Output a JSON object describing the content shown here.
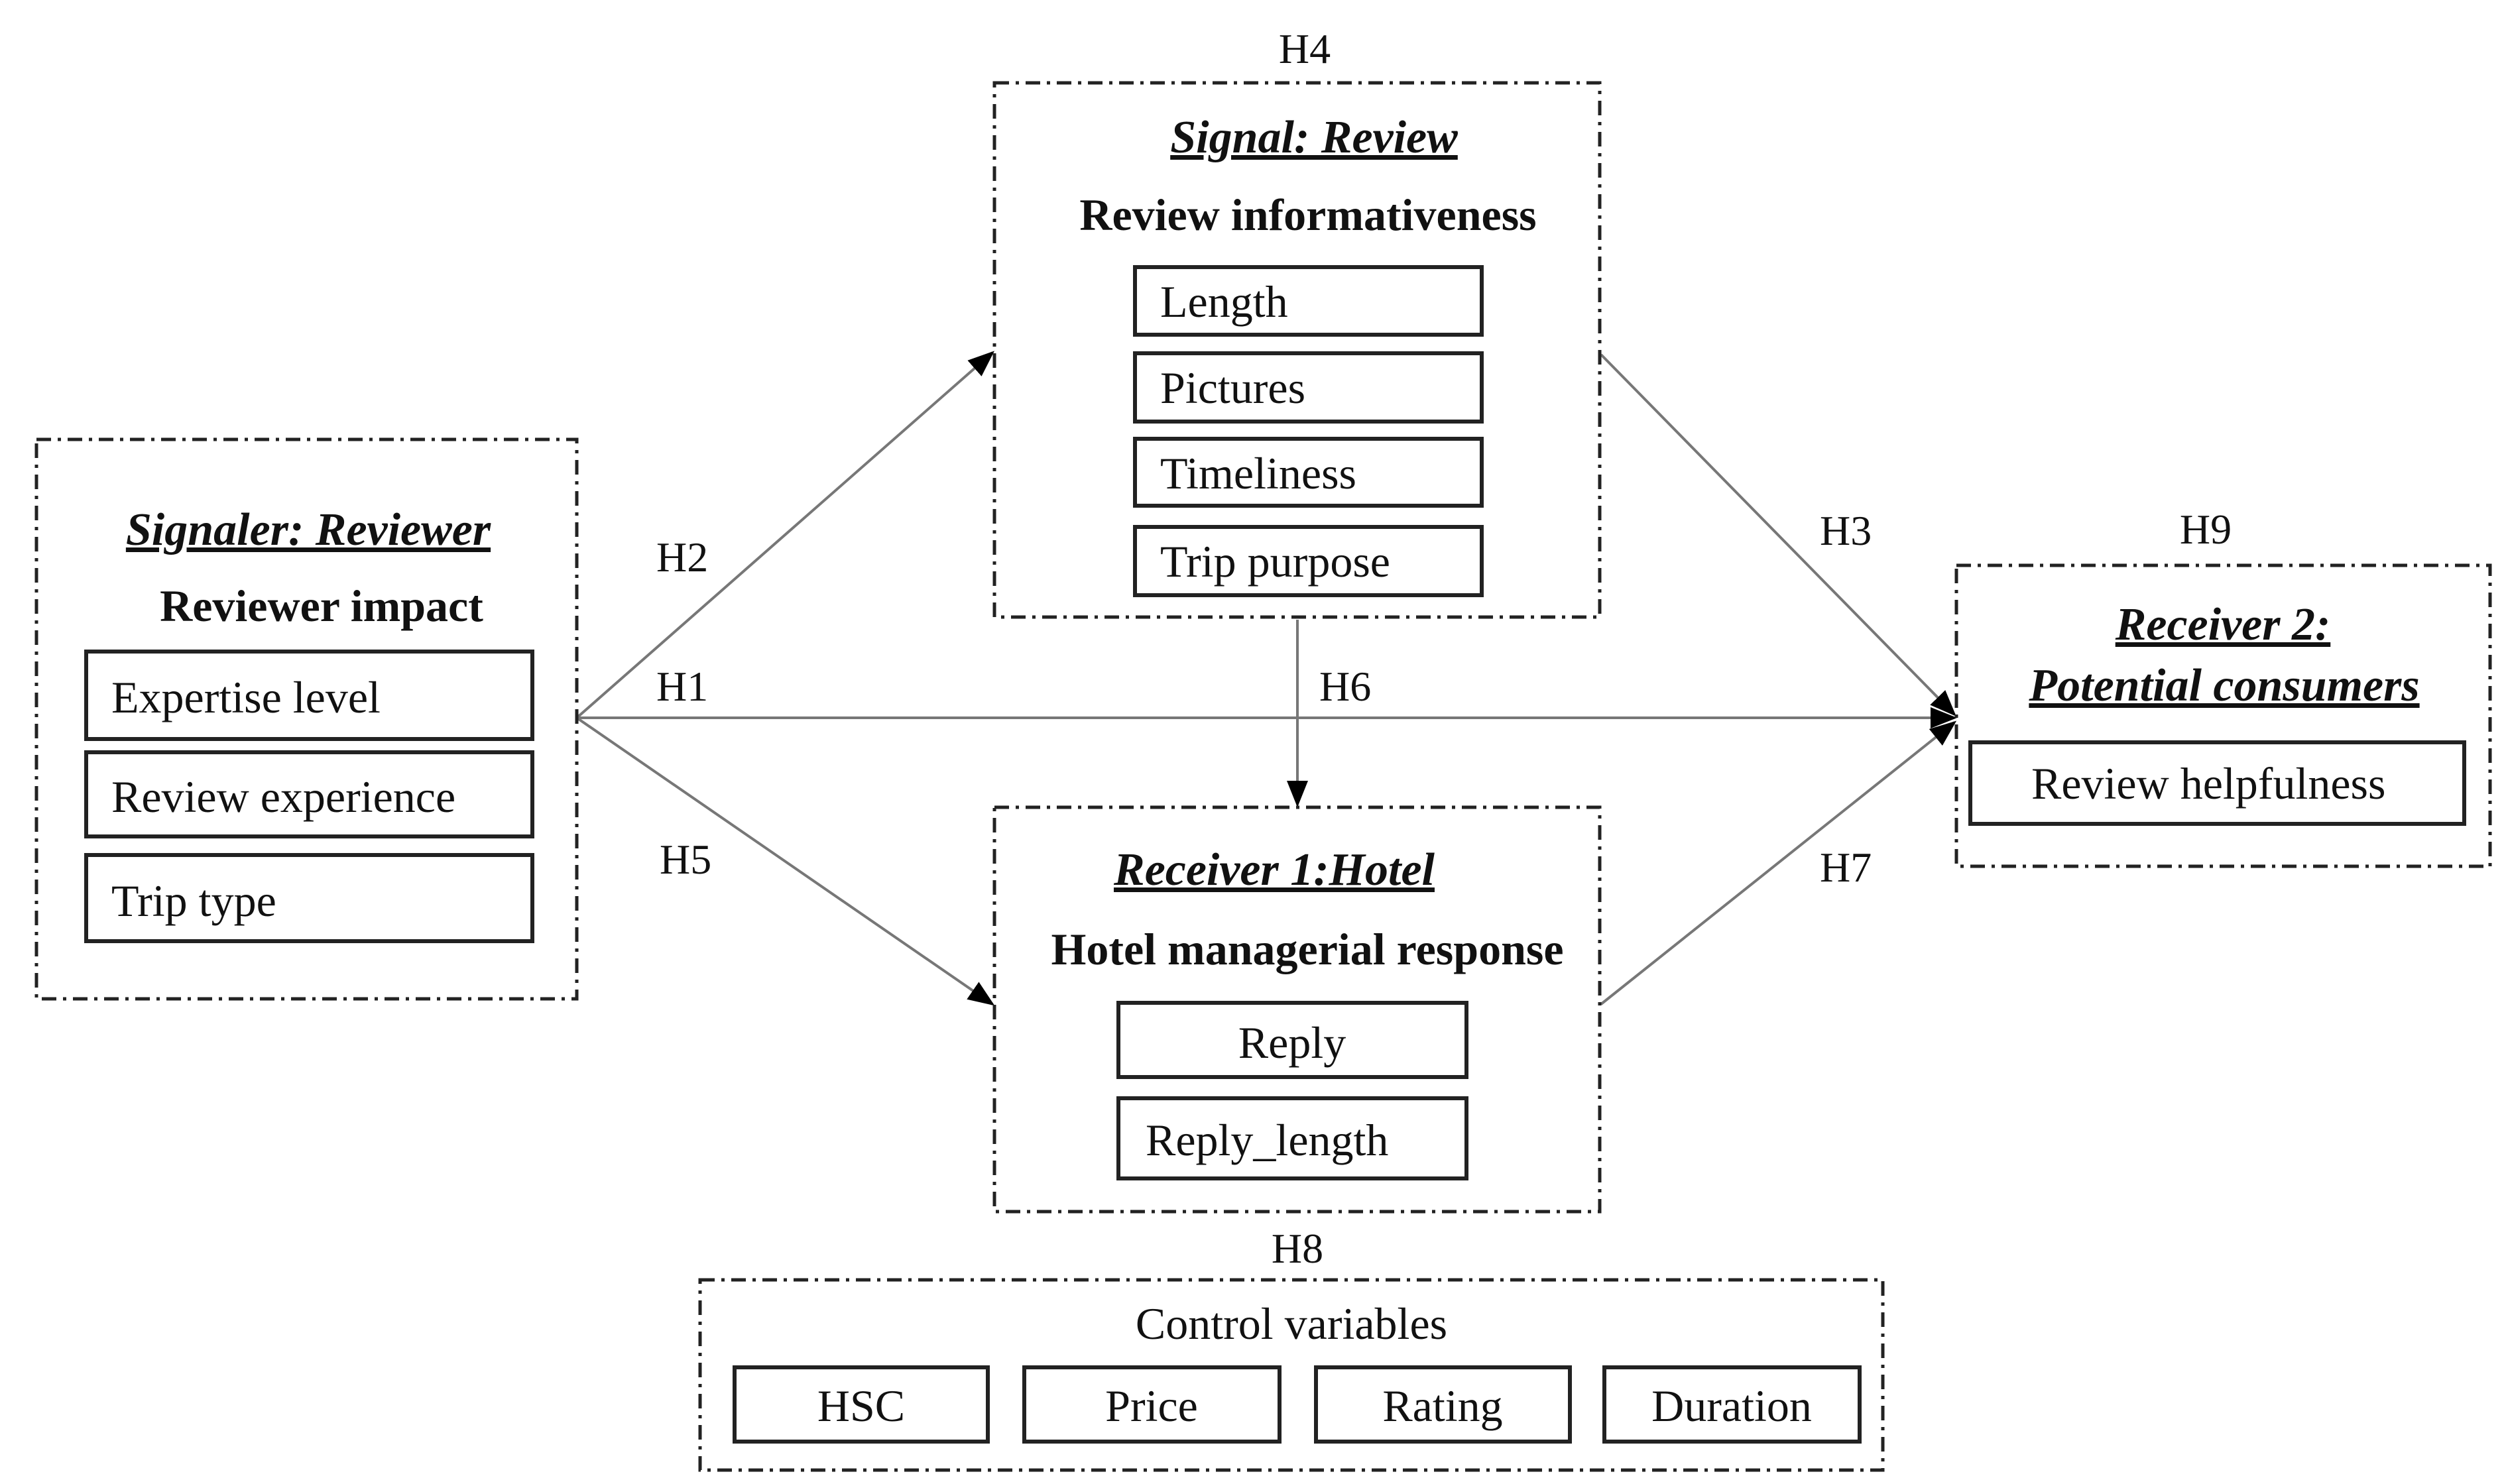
{
  "diagram": {
    "signaler": {
      "title": "Signaler: Reviewer",
      "subtitle": "Reviewer impact",
      "items": [
        "Expertise level",
        "Review experience",
        "Trip type"
      ]
    },
    "signal": {
      "hypothesis": "H4",
      "title": "Signal: Review",
      "subtitle": "Review informativeness",
      "items": [
        "Length",
        "Pictures",
        "Timeliness",
        "Trip purpose"
      ]
    },
    "receiver1": {
      "title": "Receiver 1:Hotel",
      "subtitle": "Hotel managerial response",
      "items": [
        "Reply",
        "Reply_length"
      ]
    },
    "receiver2": {
      "hypothesis": "H9",
      "title_line1": "Receiver 2:",
      "title_line2": "Potential consumers",
      "items": [
        "Review helpfulness"
      ]
    },
    "controls": {
      "hypothesis": "H8",
      "title": "Control variables",
      "items": [
        "HSC",
        "Price",
        "Rating",
        "Duration"
      ]
    },
    "paths": {
      "h1": "H1",
      "h2": "H2",
      "h3": "H3",
      "h5": "H5",
      "h6": "H6",
      "h7": "H7"
    }
  }
}
